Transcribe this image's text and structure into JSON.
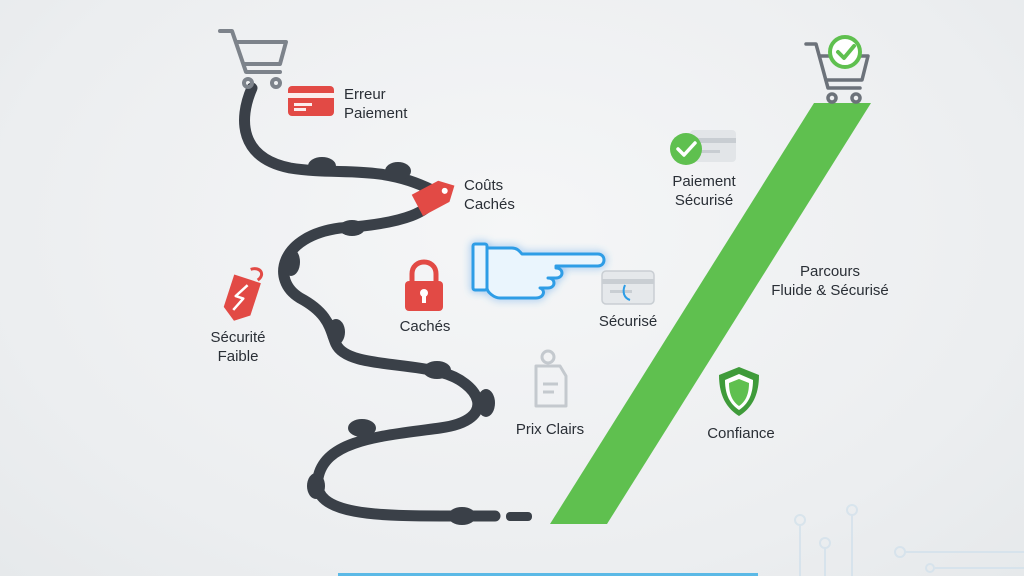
{
  "colors": {
    "road": "#3a4048",
    "bad": "#e24a45",
    "good": "#5fc04f",
    "good_dark": "#3f9b3a",
    "neutral": "#b9bec4",
    "hand": "#2d9de6",
    "text": "#2a2f36"
  },
  "icons": {
    "start": "shopping-cart-icon",
    "end": "shopping-cart-check-icon",
    "payment_error": "credit-card-icon",
    "hidden_costs": "price-tag-icon",
    "weak_security": "broken-tag-icon",
    "lock": "padlock-icon",
    "pointer": "pointing-hand-icon",
    "secure_payment": "check-card-icon",
    "secure_card": "card-icon",
    "clear_prices": "tag-outline-icon",
    "trust": "shield-check-icon"
  },
  "labels": {
    "payment_error": [
      "Erreur",
      "Paiement"
    ],
    "hidden_costs": [
      "Coûts",
      "Cachés"
    ],
    "weak_security": [
      "Sécurité",
      "Faible"
    ],
    "lock_hidden": "Cachés",
    "secure_payment": [
      "Paiement",
      "Sécurisé"
    ],
    "secured": "Sécurisé",
    "clear_prices": "Prix Clairs",
    "smooth_path": [
      "Parcours",
      "Fluide & Sécurisé"
    ],
    "trust": "Confiance"
  }
}
